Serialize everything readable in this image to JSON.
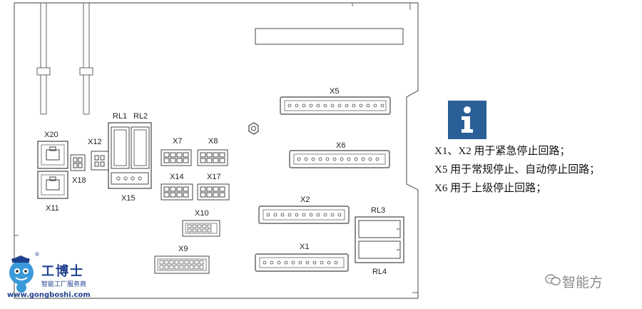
{
  "board": {
    "labels": {
      "x5": "X5",
      "x6": "X6",
      "x20": "X20",
      "x12": "X12",
      "rl1": "RL1",
      "rl2": "RL2",
      "x7": "X7",
      "x8": "X8",
      "x18": "X18",
      "x11": "X11",
      "x15": "X15",
      "x14": "X14",
      "x17": "X17",
      "x2": "X2",
      "rl3": "RL3",
      "x10": "X10",
      "x1": "X1",
      "rl4": "RL4",
      "x9": "X9"
    }
  },
  "info": {
    "icon": "info-icon",
    "icon_color": "#2a5f97",
    "lines": [
      "X1、X2 用于紧急停止回路；",
      "X5 用于常规停止、自动停止回路；",
      "X6 用于上级停止回路；"
    ]
  },
  "logo": {
    "name": "工博士",
    "tagline": "智能工厂服务商",
    "url": "www.gongboshi.com",
    "registered": "®"
  },
  "watermark": {
    "text": "智能方"
  }
}
